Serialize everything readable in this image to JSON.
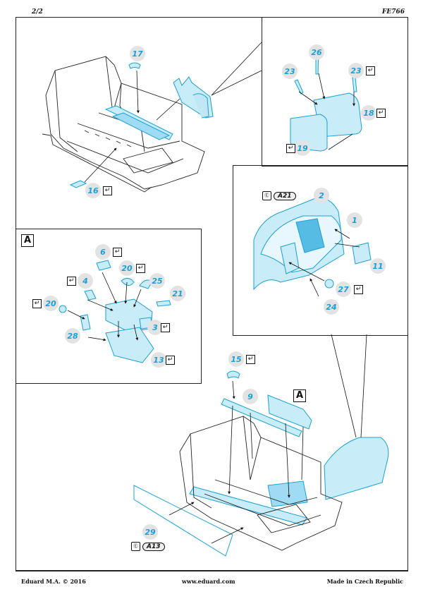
{
  "header": {
    "page": "2/2",
    "code": "FE766"
  },
  "footer": {
    "left": "Eduard M.A. © 2016",
    "center": "www.eduard.com",
    "right": "Made in Czech Republic"
  },
  "section_label": "A",
  "parts": [
    "17",
    "26",
    "23",
    "23",
    "18",
    "19",
    "16",
    "2",
    "1",
    "11",
    "27",
    "24",
    "6",
    "20",
    "25",
    "21",
    "4",
    "20",
    "3",
    "28",
    "13",
    "15",
    "9",
    "29"
  ],
  "check_mark": "↵",
  "refs": [
    {
      "symbol": "Ⓔ",
      "code": "A21"
    },
    {
      "symbol": "Ⓔ",
      "code": "A13"
    }
  ],
  "colors": {
    "accent": "#1aa0d8",
    "etch_fill": "#c9ecf9",
    "line": "#222222",
    "badge": "#e3e3e3"
  }
}
